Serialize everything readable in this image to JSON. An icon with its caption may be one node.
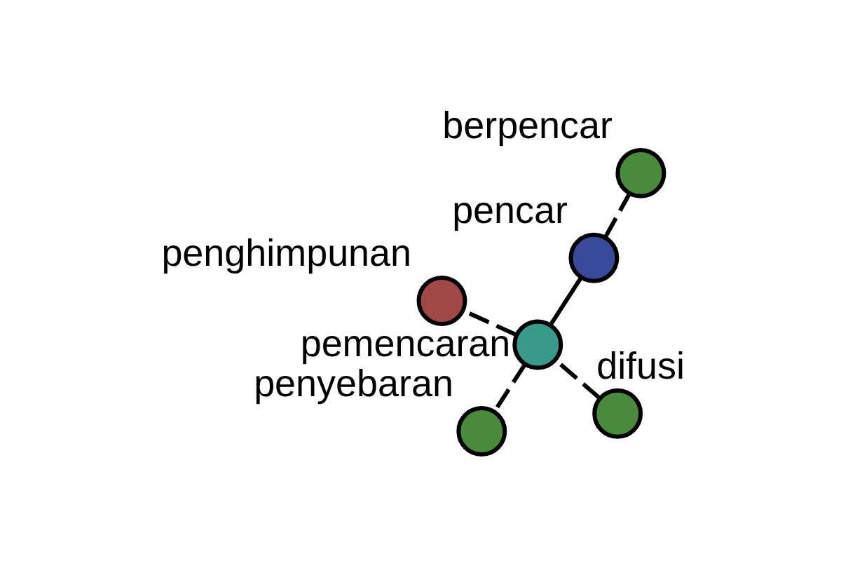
{
  "diagram": {
    "nodes": [
      {
        "text": [
          "penyebaran"
        ]
      },
      {
        "text": [
          "difusi"
        ]
      },
      {
        "text": [
          "pemencaran"
        ]
      },
      {
        "text": [
          "penghimpunan"
        ]
      },
      {
        "text": [
          "pencar"
        ]
      },
      {
        "text": [
          "berpencar"
        ]
      }
    ],
    "edges": [
      {
        "from": 2,
        "to": 0,
        "arrow": "none",
        "style": "dashed"
      },
      {
        "from": 1,
        "to": 2,
        "arrow": "none",
        "style": "dashed"
      },
      {
        "from": 2,
        "to": 3,
        "arrow": "none",
        "style": "dashed"
      },
      {
        "from": 2,
        "to": 4,
        "arrow": "none"
      },
      {
        "from": 4,
        "to": 5,
        "arrow": "none",
        "style": "dashed"
      }
    ]
  }
}
